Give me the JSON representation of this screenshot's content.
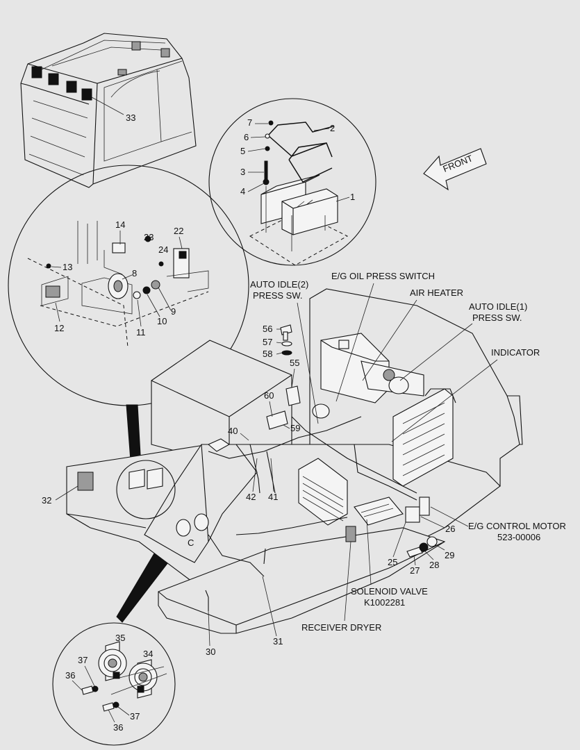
{
  "labels": {
    "front": "FRONT",
    "eg_oil_press_switch": "E/G OIL PRESS SWITCH",
    "air_heater": "AIR HEATER",
    "auto_idle2_l1": "AUTO IDLE(2)",
    "auto_idle2_l2": "PRESS SW.",
    "auto_idle1_l1": "AUTO IDLE(1)",
    "auto_idle1_l2": "PRESS SW.",
    "indicator": "INDICATOR",
    "eg_control_motor_l1": "E/G CONTROL MOTOR",
    "eg_control_motor_l2": "523-00006",
    "solenoid_valve_l1": "SOLENOID VALVE",
    "solenoid_valve_l2": "K1002281",
    "receiver_dryer": "RECEIVER DRYER",
    "detail_c": "C"
  },
  "callouts": {
    "n1": "1",
    "n2": "2",
    "n3": "3",
    "n4": "4",
    "n5": "5",
    "n6": "6",
    "n7": "7",
    "n8": "8",
    "n9": "9",
    "n10": "10",
    "n11": "11",
    "n12": "12",
    "n13": "13",
    "n14": "14",
    "n22": "22",
    "n23": "23",
    "n24": "24",
    "n25": "25",
    "n26": "26",
    "n27": "27",
    "n28": "28",
    "n29": "29",
    "n30": "30",
    "n31": "31",
    "n32": "32",
    "n33": "33",
    "n34": "34",
    "n35": "35",
    "n36a": "36",
    "n36b": "36",
    "n37a": "37",
    "n37b": "37",
    "n40": "40",
    "n41": "41",
    "n42": "42",
    "n55": "55",
    "n56": "56",
    "n57": "57",
    "n58": "58",
    "n59": "59",
    "n60": "60"
  }
}
